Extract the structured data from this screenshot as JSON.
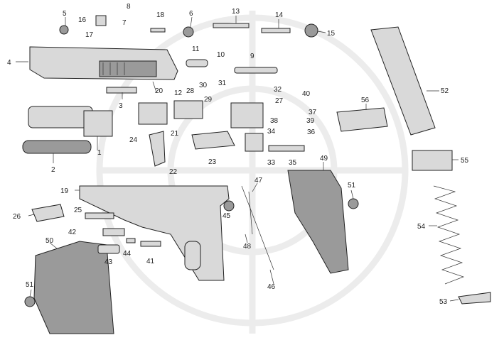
{
  "diagram": {
    "labels": [
      "1",
      "2",
      "3",
      "4",
      "5",
      "6",
      "7",
      "8",
      "9",
      "10",
      "11",
      "12",
      "13",
      "14",
      "15",
      "16",
      "17",
      "18",
      "19",
      "20",
      "21",
      "22",
      "23",
      "24",
      "25",
      "26",
      "27",
      "28",
      "29",
      "30",
      "31",
      "32",
      "33",
      "34",
      "35",
      "36",
      "37",
      "38",
      "39",
      "40",
      "41",
      "42",
      "43",
      "44",
      "45",
      "46",
      "47",
      "48",
      "49",
      "50",
      "51",
      "52",
      "53",
      "54",
      "55",
      "56"
    ]
  }
}
